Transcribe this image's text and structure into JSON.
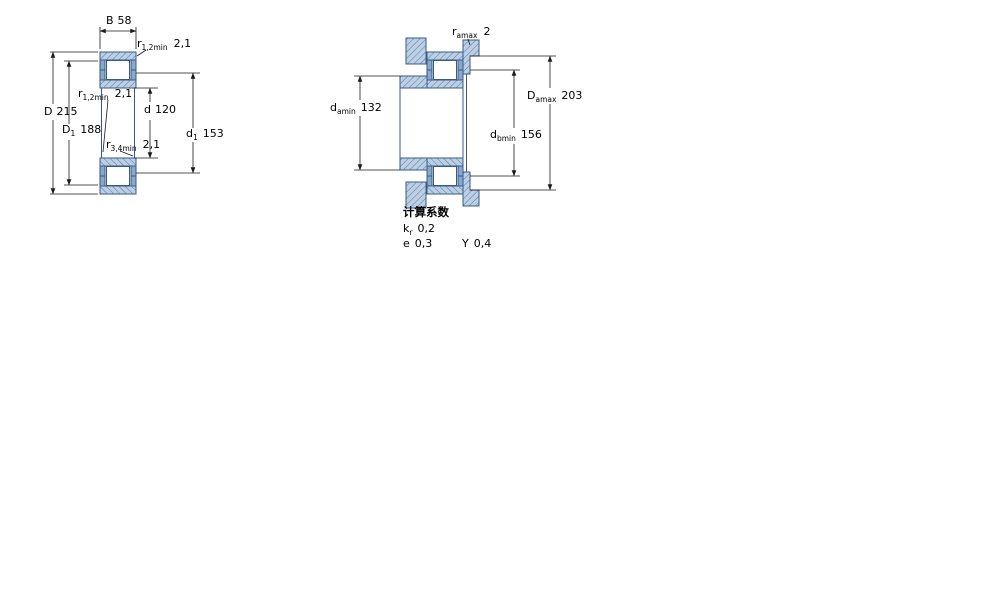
{
  "drawing": {
    "colors": {
      "geometry_line": "#3a5a86",
      "section_fill": "#bdd0e3",
      "hatch_line": "#5b80ad",
      "flange_fill": "#88a8cc",
      "dimension_line": "#1a1a1a",
      "text": "#000000"
    },
    "left_view": {
      "dims": {
        "B": {
          "base": "B",
          "sub": "",
          "value": "58"
        },
        "r12_top": {
          "base": "r",
          "sub": "1,2min",
          "value": "2,1"
        },
        "r12_mid": {
          "base": "r",
          "sub": "1,2min",
          "value": "2,1"
        },
        "d": {
          "base": "d",
          "sub": "",
          "value": "120"
        },
        "D": {
          "base": "D",
          "sub": "",
          "value": "215"
        },
        "D1": {
          "base": "D",
          "sub": "1",
          "value": "188"
        },
        "d1": {
          "base": "d",
          "sub": "1",
          "value": "153"
        },
        "r34": {
          "base": "r",
          "sub": "3,4min",
          "value": "2,1"
        }
      }
    },
    "right_view": {
      "dims": {
        "r_amax": {
          "base": "r",
          "sub": "amax",
          "value": "2"
        },
        "d_amin": {
          "base": "d",
          "sub": "amin",
          "value": "132"
        },
        "D_amax": {
          "base": "D",
          "sub": "amax",
          "value": "203"
        },
        "d_bmin": {
          "base": "d",
          "sub": "bmin",
          "value": "156"
        }
      }
    },
    "calculation_factors": {
      "heading": "计算系数",
      "kr": {
        "base": "k",
        "sub": "r",
        "value": "0,2"
      },
      "e": {
        "base": "e",
        "sub": "",
        "value": "0,3"
      },
      "Y": {
        "base": "Y",
        "sub": "",
        "value": "0,4"
      }
    }
  }
}
